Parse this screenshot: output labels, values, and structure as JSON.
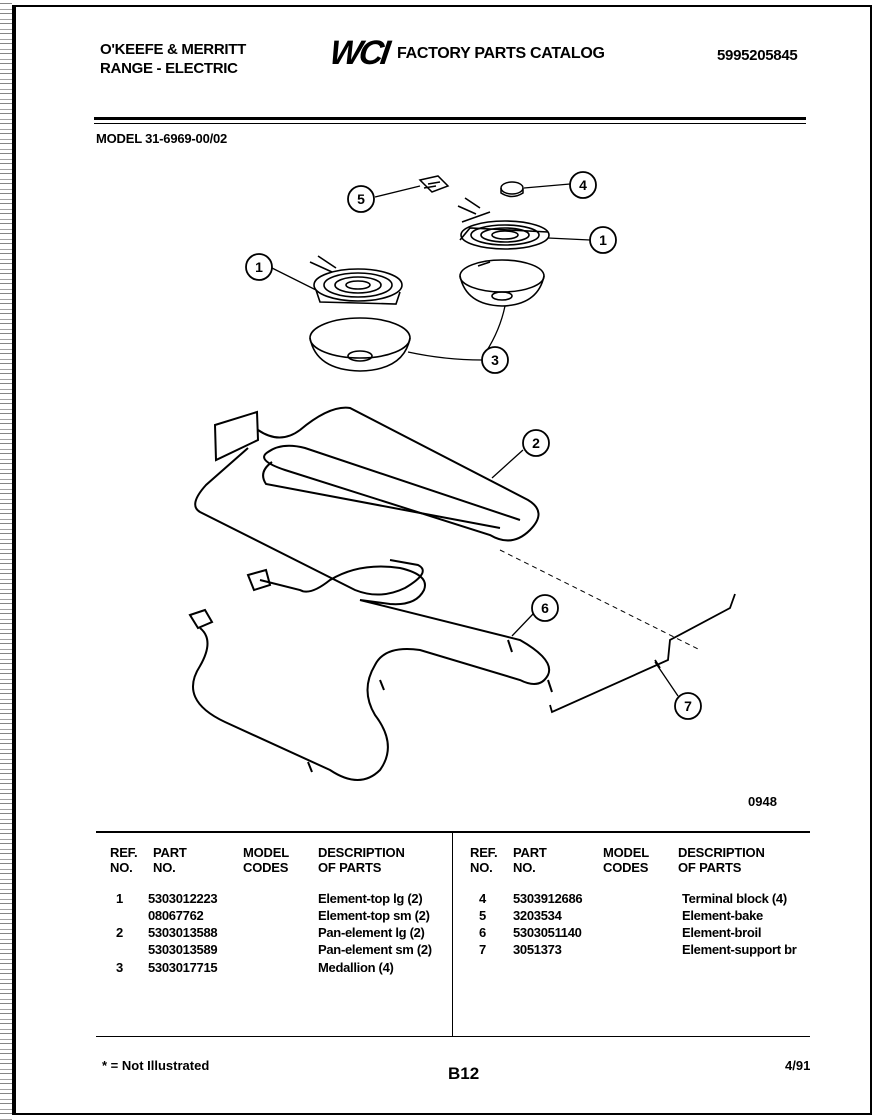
{
  "header": {
    "brand_line1": "O'KEEFE & MERRITT",
    "brand_line2": "RANGE - ELECTRIC",
    "logo_text": "WCI",
    "catalog_title": "FACTORY PARTS CATALOG",
    "catalog_number": "5995205845",
    "model": "MODEL 31-6969-00/02"
  },
  "diagram": {
    "callouts": [
      "1",
      "1",
      "2",
      "3",
      "4",
      "5",
      "6",
      "7"
    ],
    "figure_code": "0948"
  },
  "table": {
    "headers": {
      "ref_no": [
        "REF.",
        "NO."
      ],
      "part_no": [
        "PART",
        "NO."
      ],
      "model_codes": [
        "MODEL",
        "CODES"
      ],
      "description": [
        "DESCRIPTION",
        "OF PARTS"
      ]
    },
    "left_rows": [
      {
        "ref": "1",
        "part": "5303012223",
        "codes": "",
        "desc": "Element-top lg (2)"
      },
      {
        "ref": "",
        "part": "08067762",
        "codes": "",
        "desc": "Element-top sm (2)"
      },
      {
        "ref": "2",
        "part": "5303013588",
        "codes": "",
        "desc": "Pan-element lg (2)"
      },
      {
        "ref": "",
        "part": "5303013589",
        "codes": "",
        "desc": "Pan-element sm (2)"
      },
      {
        "ref": "3",
        "part": "5303017715",
        "codes": "",
        "desc": "Medallion (4)"
      }
    ],
    "right_rows": [
      {
        "ref": "4",
        "part": "5303912686",
        "codes": "",
        "desc": "Terminal block (4)"
      },
      {
        "ref": "5",
        "part": "3203534",
        "codes": "",
        "desc": "Element-bake"
      },
      {
        "ref": "6",
        "part": "5303051140",
        "codes": "",
        "desc": "Element-broil"
      },
      {
        "ref": "7",
        "part": "3051373",
        "codes": "",
        "desc": "Element-support br"
      }
    ]
  },
  "footer": {
    "note": "* = Not Illustrated",
    "page_code": "B12",
    "date": "4/91"
  }
}
